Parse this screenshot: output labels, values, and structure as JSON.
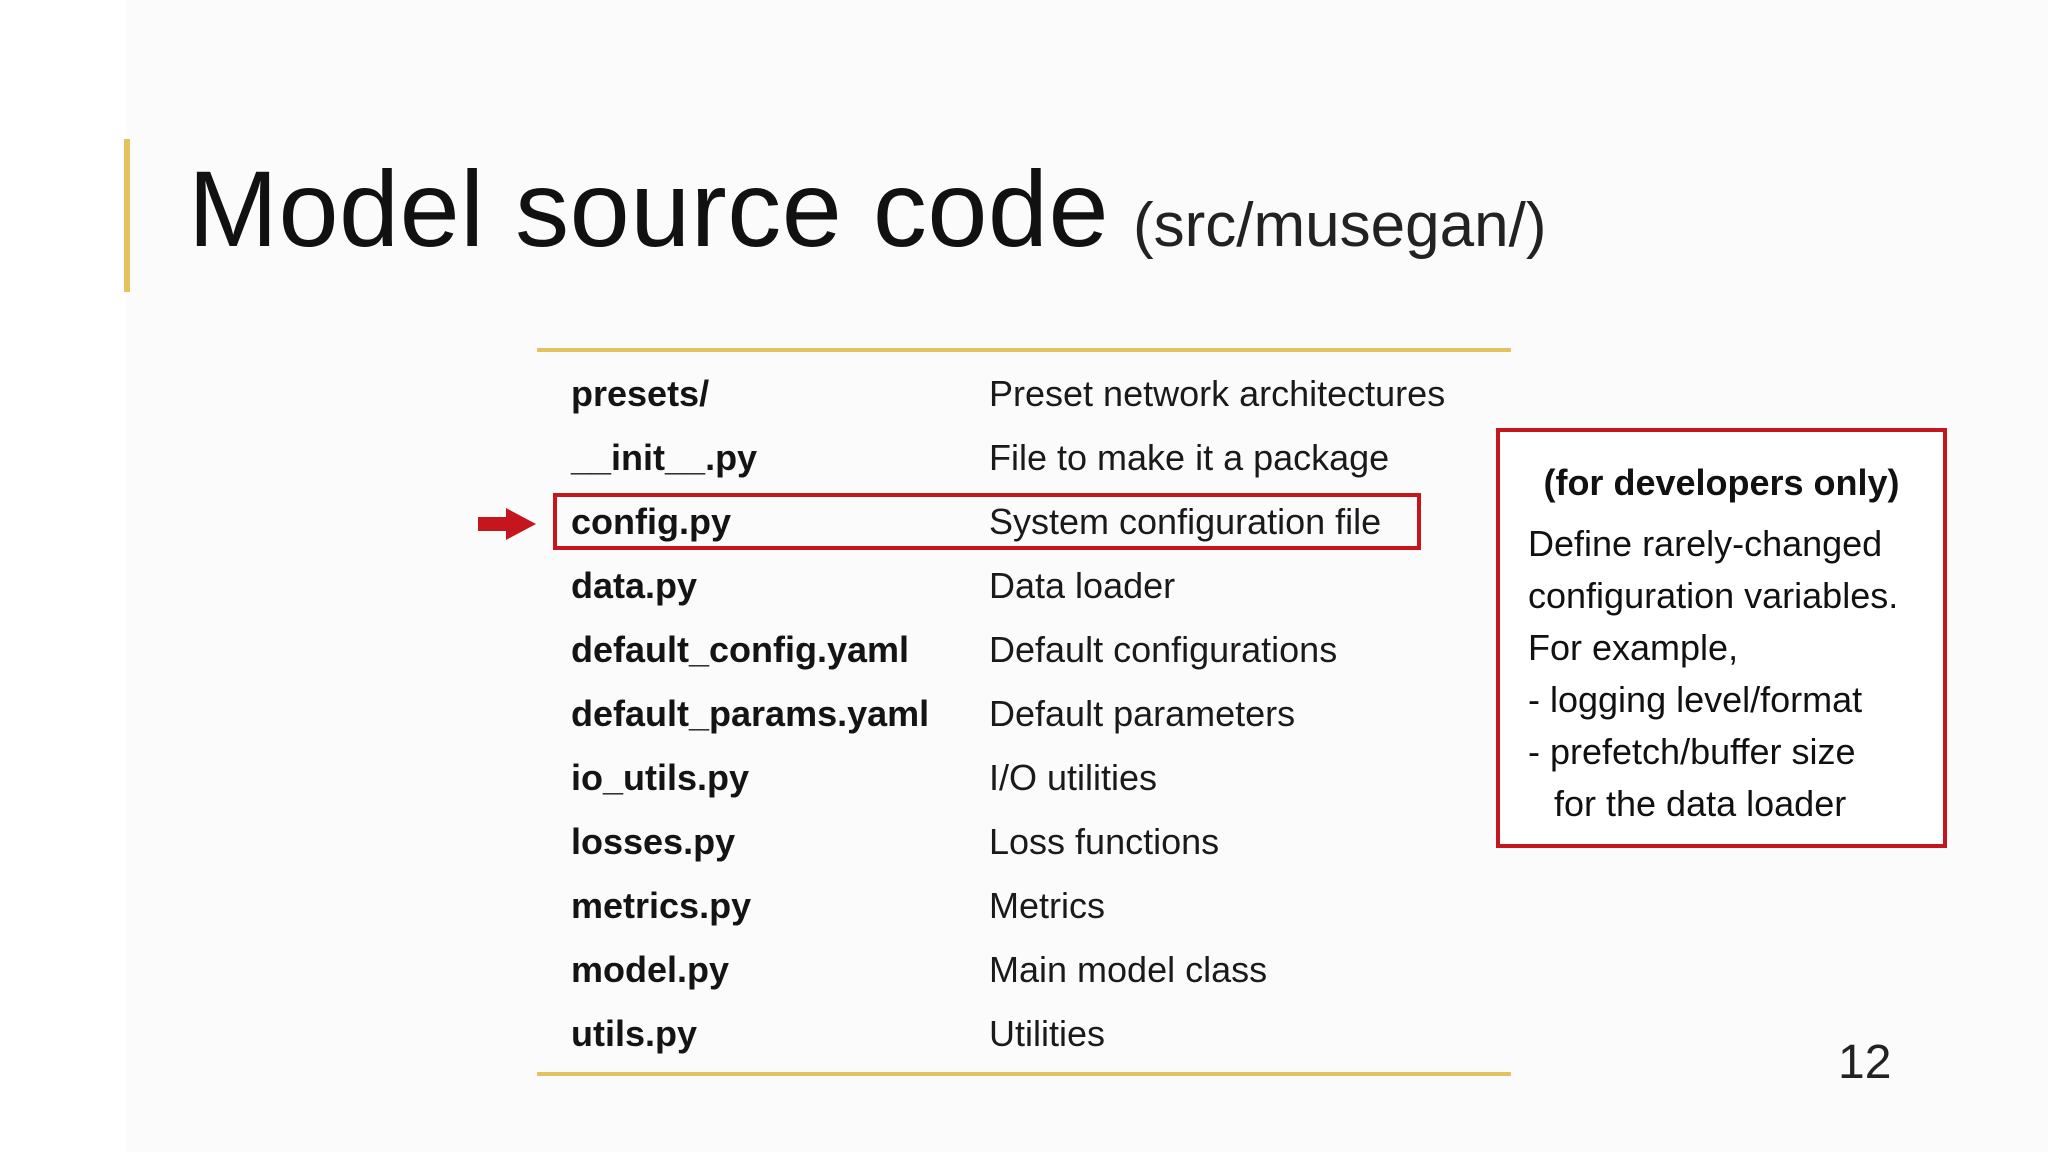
{
  "title": {
    "main": "Model source code",
    "sub": "(src/musegan/)"
  },
  "table": {
    "rows": [
      {
        "file": "presets/",
        "description": "Preset network architectures"
      },
      {
        "file": "__init__.py",
        "description": "File to make it a package"
      },
      {
        "file": "config.py",
        "description": "System configuration file"
      },
      {
        "file": "data.py",
        "description": "Data loader"
      },
      {
        "file": "default_config.yaml",
        "description": "Default configurations"
      },
      {
        "file": "default_params.yaml",
        "description": "Default parameters"
      },
      {
        "file": "io_utils.py",
        "description": "I/O utilities"
      },
      {
        "file": "losses.py",
        "description": "Loss functions"
      },
      {
        "file": "metrics.py",
        "description": "Metrics"
      },
      {
        "file": "model.py",
        "description": "Main model class"
      },
      {
        "file": "utils.py",
        "description": "Utilities"
      }
    ],
    "highlighted_file": "config.py"
  },
  "note": {
    "title": "(for developers only)",
    "lines": [
      "Define rarely-changed",
      "configuration variables.",
      "For example,",
      "- logging level/format",
      "- prefetch/buffer size",
      "for the data loader"
    ]
  },
  "page_number": "12",
  "colors": {
    "accent": "#e1c35f",
    "highlight": "#c4161c",
    "text": "#111111"
  },
  "icons": {
    "arrow": "arrow-right-icon"
  }
}
